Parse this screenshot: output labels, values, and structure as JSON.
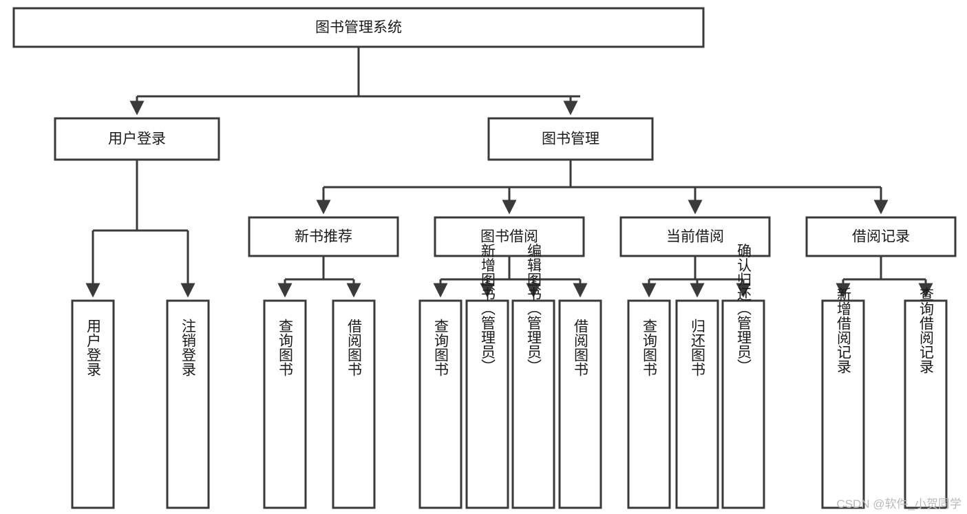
{
  "diagram": {
    "type": "tree-hierarchy-chart",
    "title": "图书管理系统",
    "colors": {
      "box_stroke": "#3a3a3a",
      "box_fill": "#ffffff",
      "text": "#1a1a1a",
      "background": "#ffffff",
      "watermark": "#b9b9b9"
    },
    "root": {
      "label": "图书管理系统"
    },
    "level2": [
      {
        "label": "用户登录"
      },
      {
        "label": "图书管理"
      }
    ],
    "level3": [
      {
        "label": "新书推荐"
      },
      {
        "label": "图书借阅"
      },
      {
        "label": "当前借阅"
      },
      {
        "label": "借阅记录"
      }
    ],
    "leaves": {
      "user_login": [
        {
          "label": "用户登录"
        },
        {
          "label": "注销登录"
        }
      ],
      "new_book": [
        {
          "label": "查询图书"
        },
        {
          "label": "借阅图书"
        }
      ],
      "borrow_book": [
        {
          "label": "查询图书"
        },
        {
          "label": "新增图书（管理员）"
        },
        {
          "label": "编辑图书（管理员）"
        },
        {
          "label": "借阅图书"
        }
      ],
      "current_borrow": [
        {
          "label": "查询图书"
        },
        {
          "label": "归还图书"
        },
        {
          "label": "确认归还（管理员）"
        }
      ],
      "borrow_record": [
        {
          "label": "新增借阅记录"
        },
        {
          "label": "查询借阅记录"
        }
      ]
    },
    "watermark": "CSDN @软件_小贺同学"
  }
}
